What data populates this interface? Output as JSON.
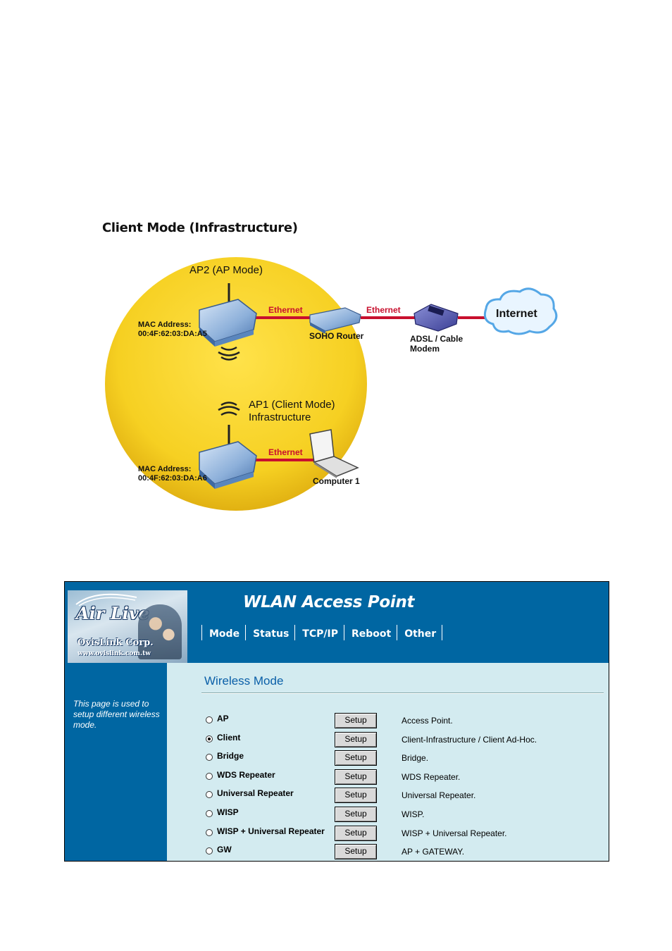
{
  "diagram": {
    "title": "Client Mode (Infrastructure)",
    "ap2_label": "AP2 (AP Mode)",
    "ap2_mac_label": "MAC Address:",
    "ap2_mac": "00:4F:62:03:DA:A5",
    "ap1_label_line1": "AP1 (Client Mode)",
    "ap1_label_line2": "Infrastructure",
    "ap1_mac_label": "MAC Address:",
    "ap1_mac": "00:4F:62:03:DA:A6",
    "ethernet_1": "Ethernet",
    "ethernet_2": "Ethernet",
    "ethernet_3": "Ethernet",
    "router_label": "SOHO Router",
    "modem_label_line1": "ADSL / Cable",
    "modem_label_line2": "Modem",
    "internet_label": "Internet",
    "computer_label": "Computer 1",
    "colors": {
      "circle": "#f5cf1f",
      "ethernet": "#c8102e",
      "device": "#8fb3dc"
    }
  },
  "ui": {
    "brand": {
      "logo": "Air Live",
      "corp": "OvisLink Corp.",
      "url": "www.ovislink.com.tw"
    },
    "app_title": "WLAN Access Point",
    "nav": [
      "Mode",
      "Status",
      "TCP/IP",
      "Reboot",
      "Other"
    ],
    "sidebar_text": "This page is used to setup different wireless mode.",
    "page_title": "Wireless Mode",
    "modes": [
      {
        "label": "AP",
        "desc": "Access Point.",
        "checked": false
      },
      {
        "label": "Client",
        "desc": "Client-Infrastructure / Client Ad-Hoc.",
        "checked": true
      },
      {
        "label": "Bridge",
        "desc": "Bridge.",
        "checked": false
      },
      {
        "label": "WDS Repeater",
        "desc": "WDS Repeater.",
        "checked": false
      },
      {
        "label": "Universal Repeater",
        "desc": "Universal Repeater.",
        "checked": false
      },
      {
        "label": "WISP",
        "desc": "WISP.",
        "checked": false
      },
      {
        "label": "WISP + Universal Repeater",
        "desc": "WISP + Universal Repeater.",
        "checked": false
      },
      {
        "label": "GW",
        "desc": "AP + GATEWAY.",
        "checked": false
      }
    ],
    "setup_label": "Setup",
    "colors": {
      "header": "#0066a2",
      "content": "#d3ebf0",
      "title": "#0a5fa8"
    }
  }
}
